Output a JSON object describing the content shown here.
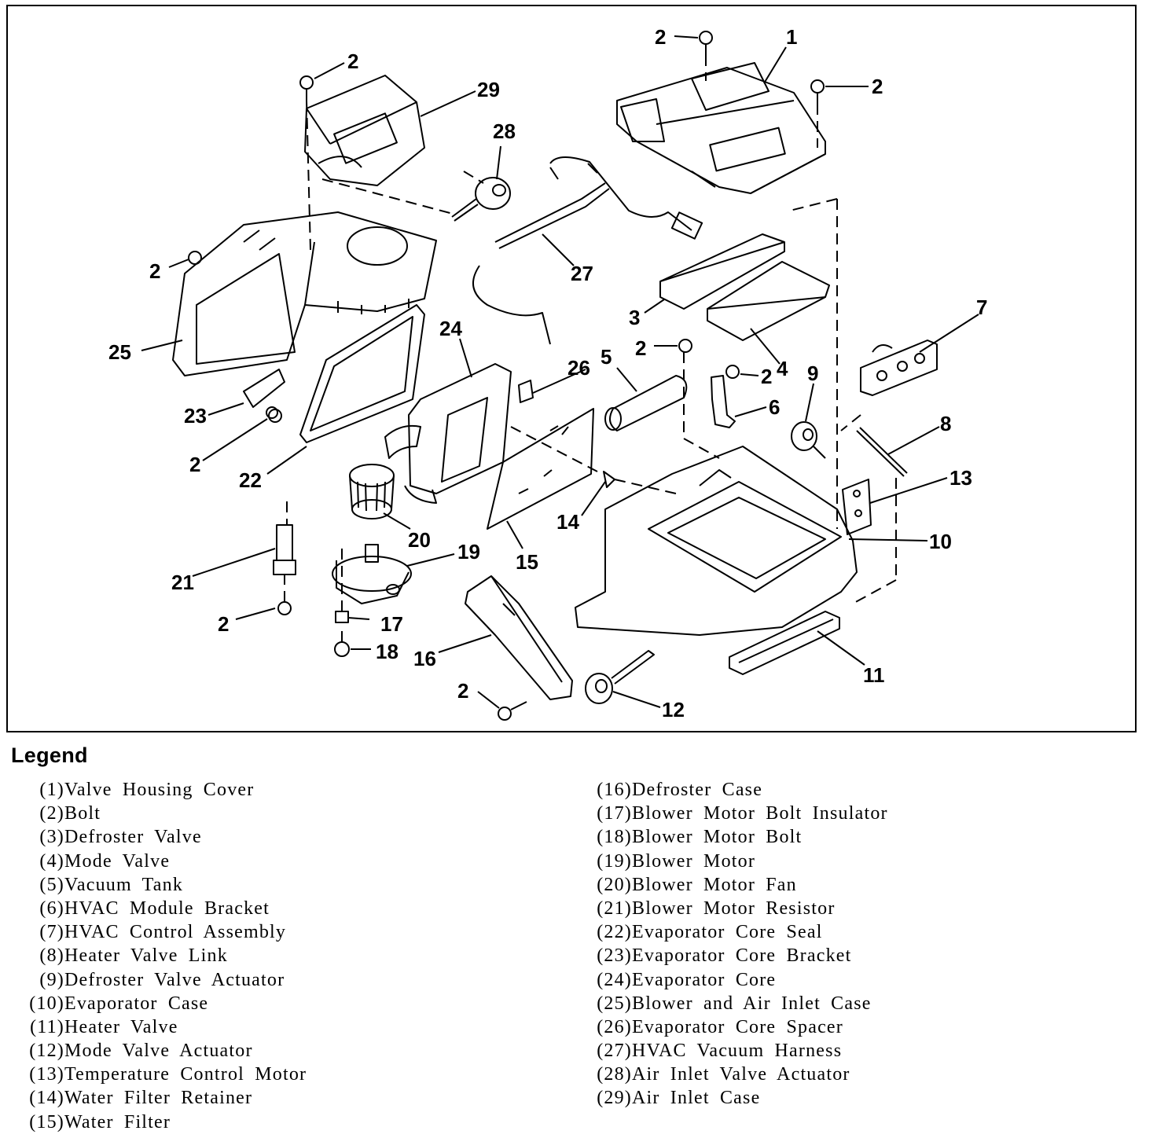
{
  "legend_title": "Legend",
  "callouts": [
    {
      "n": "1"
    },
    {
      "n": "2"
    },
    {
      "n": "3"
    },
    {
      "n": "4"
    },
    {
      "n": "5"
    },
    {
      "n": "6"
    },
    {
      "n": "7"
    },
    {
      "n": "8"
    },
    {
      "n": "9"
    },
    {
      "n": "10"
    },
    {
      "n": "11"
    },
    {
      "n": "12"
    },
    {
      "n": "13"
    },
    {
      "n": "14"
    },
    {
      "n": "15"
    },
    {
      "n": "16"
    },
    {
      "n": "17"
    },
    {
      "n": "18"
    },
    {
      "n": "19"
    },
    {
      "n": "20"
    },
    {
      "n": "21"
    },
    {
      "n": "22"
    },
    {
      "n": "23"
    },
    {
      "n": "24"
    },
    {
      "n": "25"
    },
    {
      "n": "26"
    },
    {
      "n": "27"
    },
    {
      "n": "28"
    },
    {
      "n": "29"
    }
  ],
  "legend_left": [
    {
      "num": "(1)",
      "name": "Valve Housing Cover"
    },
    {
      "num": "(2)",
      "name": "Bolt"
    },
    {
      "num": "(3)",
      "name": "Defroster Valve"
    },
    {
      "num": "(4)",
      "name": "Mode Valve"
    },
    {
      "num": "(5)",
      "name": "Vacuum Tank"
    },
    {
      "num": "(6)",
      "name": "HVAC Module Bracket"
    },
    {
      "num": "(7)",
      "name": "HVAC Control Assembly"
    },
    {
      "num": "(8)",
      "name": "Heater Valve Link"
    },
    {
      "num": "(9)",
      "name": "Defroster Valve Actuator"
    },
    {
      "num": "(10)",
      "name": "Evaporator Case"
    },
    {
      "num": "(11)",
      "name": "Heater Valve"
    },
    {
      "num": "(12)",
      "name": "Mode Valve Actuator"
    },
    {
      "num": "(13)",
      "name": "Temperature Control Motor"
    },
    {
      "num": "(14)",
      "name": "Water Filter Retainer"
    },
    {
      "num": "(15)",
      "name": "Water Filter"
    }
  ],
  "legend_right": [
    {
      "num": "(16)",
      "name": "Defroster Case"
    },
    {
      "num": "(17)",
      "name": "Blower Motor Bolt Insulator"
    },
    {
      "num": "(18)",
      "name": "Blower Motor Bolt"
    },
    {
      "num": "(19)",
      "name": "Blower Motor"
    },
    {
      "num": "(20)",
      "name": "Blower Motor Fan"
    },
    {
      "num": "(21)",
      "name": "Blower Motor Resistor"
    },
    {
      "num": "(22)",
      "name": "Evaporator Core Seal"
    },
    {
      "num": "(23)",
      "name": "Evaporator Core Bracket"
    },
    {
      "num": "(24)",
      "name": "Evaporator Core"
    },
    {
      "num": "(25)",
      "name": "Blower and Air Inlet Case"
    },
    {
      "num": "(26)",
      "name": "Evaporator Core Spacer"
    },
    {
      "num": "(27)",
      "name": "HVAC Vacuum Harness"
    },
    {
      "num": "(28)",
      "name": "Air Inlet Valve Actuator"
    },
    {
      "num": "(29)",
      "name": "Air Inlet Case"
    }
  ]
}
